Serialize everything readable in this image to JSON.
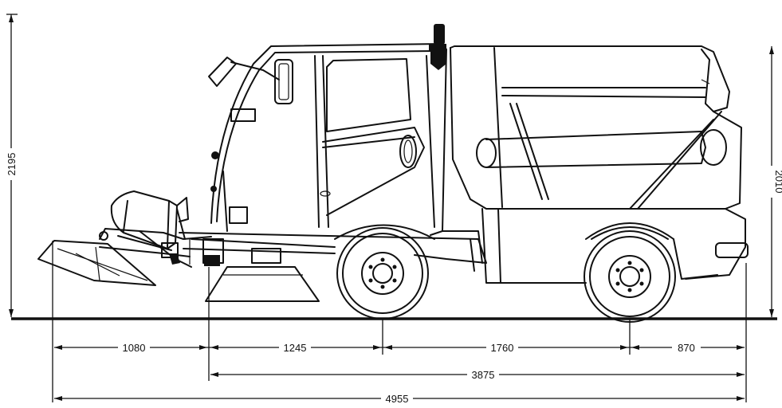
{
  "dimensions": {
    "overall_height": "2195",
    "rear_height": "2010",
    "front_overhang": "1080",
    "front_axle_offset": "1245",
    "wheelbase": "1760",
    "rear_overhang": "870",
    "body_length": "3875",
    "total_length": "4955"
  }
}
